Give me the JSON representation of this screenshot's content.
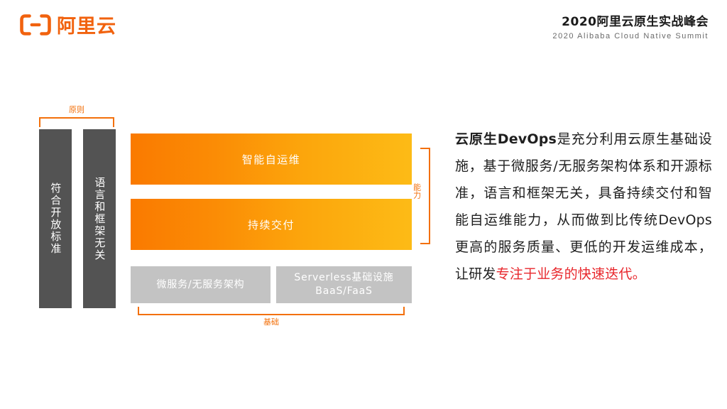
{
  "header": {
    "logo": {
      "icon": "alibaba-cloud-logo-mark",
      "wordmark": "阿里云"
    },
    "summit_title_cn": "2020阿里云原生实战峰会",
    "summit_title_en": "2020 Alibaba Cloud Native Summit"
  },
  "diagram": {
    "principle": {
      "label": "原则",
      "pillars": [
        {
          "text": "符合开放标准"
        },
        {
          "text": "语言和框架无关"
        }
      ]
    },
    "capability": {
      "label": "能力",
      "bars": [
        {
          "text": "智能自运维"
        },
        {
          "text": "持续交付"
        }
      ]
    },
    "foundation": {
      "label": "基础",
      "boxes": [
        {
          "line1": "微服务/无服务架构",
          "line2": ""
        },
        {
          "line1": "Serverless基础设施",
          "line2": "BaaS/FaaS"
        }
      ]
    }
  },
  "description": {
    "lead": "云原生DevOps",
    "body": "是充分利用云原生基础设施，基于微服务/无服务架构体系和开源标准，语言和框架无关，具备持续交付和智能自运维能力，从而做到比传统DevOps更高的服务质量、更低的开发运维成本，让研发",
    "accent": "专注于业务的快速迭代。"
  },
  "colors": {
    "brand_orange": "#F1620E",
    "bracket_orange": "#F3700B",
    "bar_gradient_start": "#FA7A00",
    "bar_gradient_end": "#FDBB16",
    "pillar_gray": "#535353",
    "foundation_gray": "#C3C3C3",
    "accent_red": "#E8272C"
  }
}
